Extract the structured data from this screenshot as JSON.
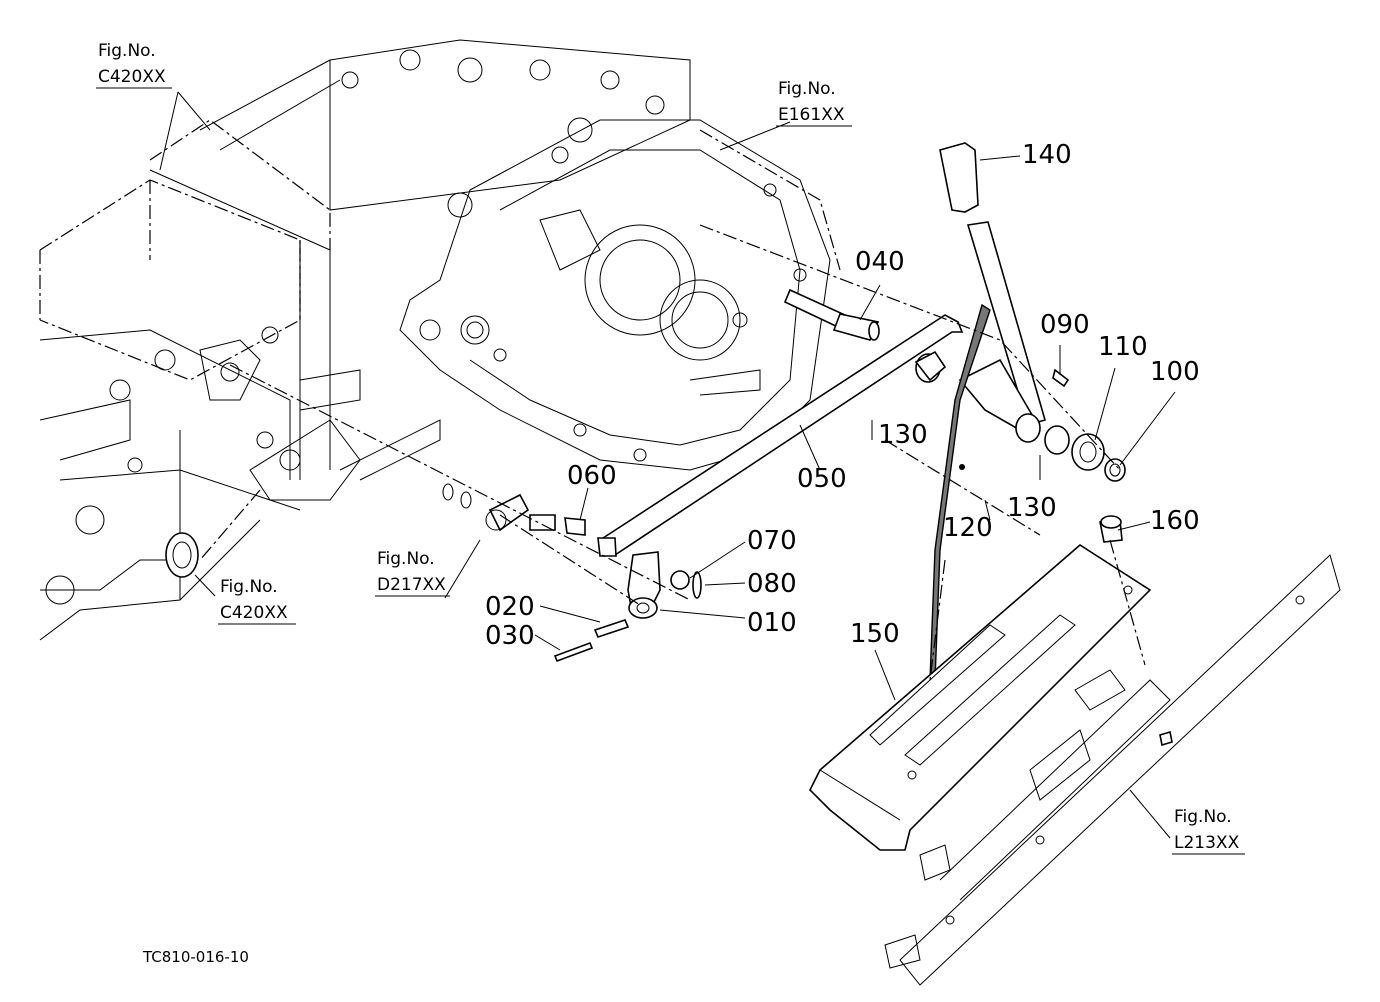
{
  "diagram": {
    "drawing_code": "TC810-016-10",
    "figure_refs": [
      {
        "prefix": "Fig.No.",
        "code": "C420XX"
      },
      {
        "prefix": "Fig.No.",
        "code": "E161XX"
      },
      {
        "prefix": "Fig.No.",
        "code": "C420XX"
      },
      {
        "prefix": "Fig.No.",
        "code": "D217XX"
      },
      {
        "prefix": "Fig.No.",
        "code": "L213XX"
      }
    ],
    "callouts": [
      "140",
      "040",
      "090",
      "110",
      "100",
      "130",
      "130",
      "120",
      "050",
      "060",
      "070",
      "080",
      "020",
      "030",
      "010",
      "150",
      "160"
    ]
  }
}
